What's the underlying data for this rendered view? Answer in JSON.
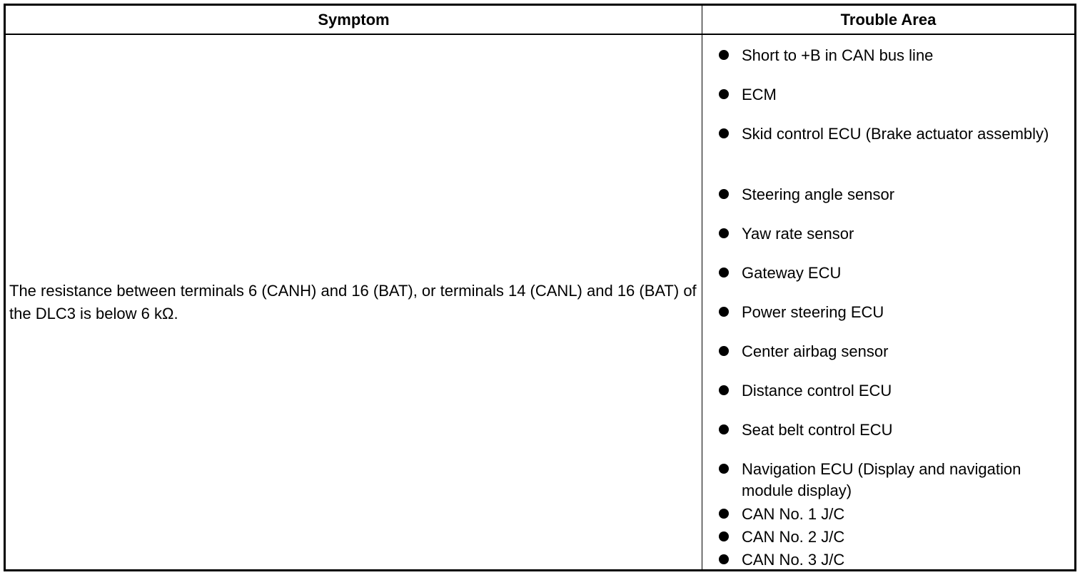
{
  "table": {
    "headers": {
      "symptom": "Symptom",
      "trouble_area": "Trouble Area"
    },
    "rows": [
      {
        "symptom": "The resistance between terminals 6 (CANH) and 16 (BAT), or terminals 14 (CANL) and 16 (BAT) of the DLC3 is below 6 kΩ.",
        "trouble_area": [
          "Short to +B in CAN bus line",
          "ECM",
          "Skid control ECU (Brake actuator assembly)",
          "Steering angle sensor",
          "Yaw rate sensor",
          "Gateway ECU",
          "Power steering ECU",
          "Center airbag sensor",
          "Distance control ECU",
          "Seat belt control ECU",
          "Navigation ECU (Display and navigation module display)",
          "CAN No. 1 J/C",
          "CAN No. 2 J/C",
          "CAN No. 3 J/C"
        ]
      }
    ]
  },
  "colors": {
    "border": "#000000",
    "background": "#ffffff",
    "text": "#000000"
  },
  "icons": {
    "bullet": "filled-circle-bullet-icon"
  }
}
